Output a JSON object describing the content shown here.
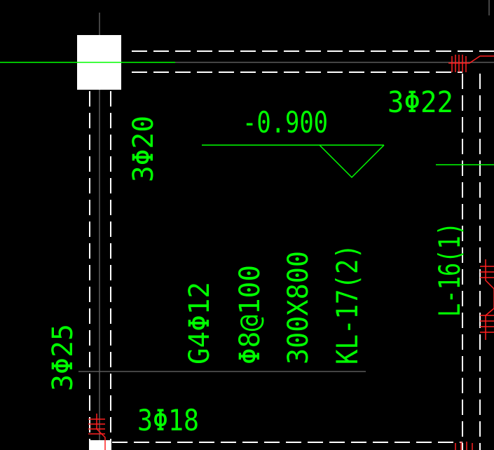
{
  "drawing": {
    "background": "#000000",
    "colors": {
      "green": "#00ff00",
      "white": "#ffffff",
      "red": "#ff2020",
      "grey": "#5a5a5a"
    },
    "labels": {
      "rebar_top_right": "3Φ22",
      "rebar_left_col": "3Φ20",
      "rebar_left_edge": "3Φ25",
      "rebar_bottom": "3Φ18",
      "elevation": "-0.900",
      "waist_bars": "G4Φ12",
      "stirrups": "Φ8@100",
      "section_size": "300X800",
      "beam_kl": "KL-17(2)",
      "beam_l": "L-16(1)"
    }
  }
}
